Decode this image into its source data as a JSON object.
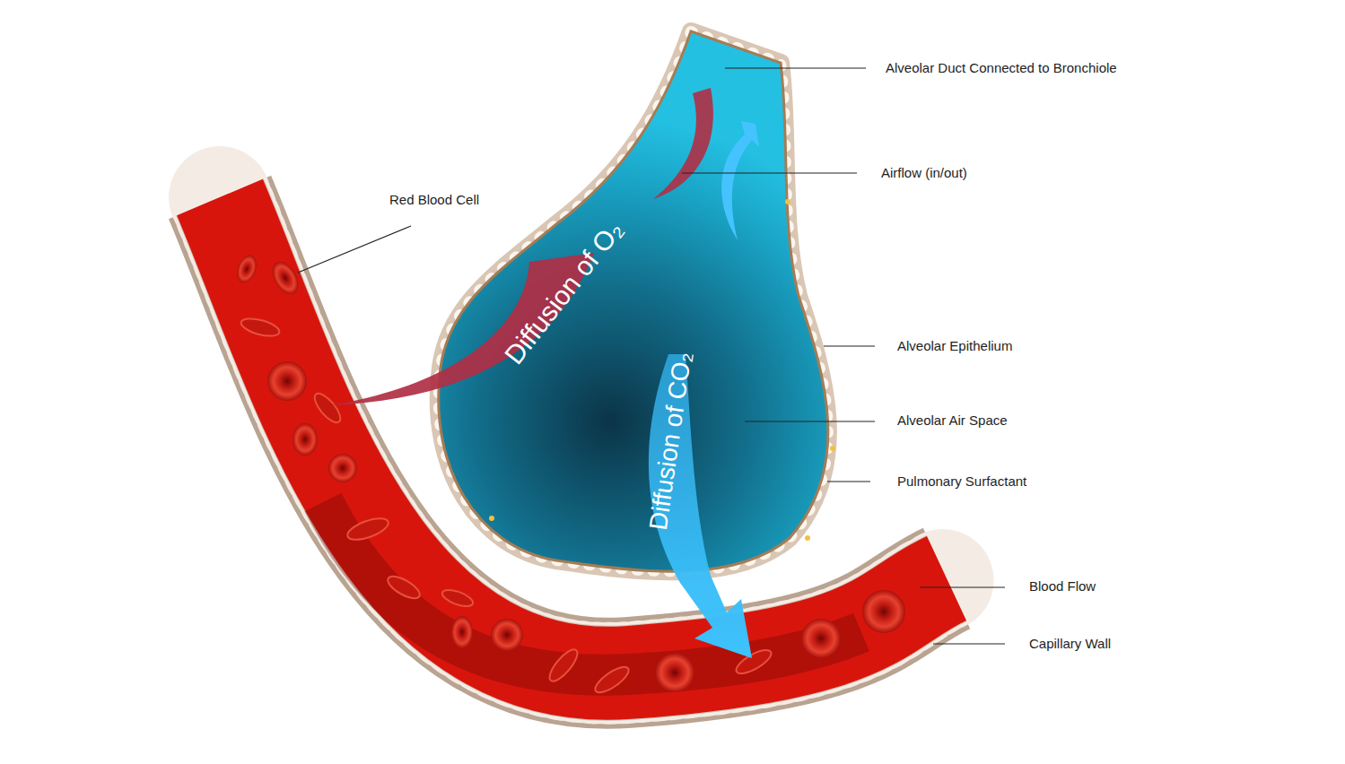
{
  "diagram": {
    "labels": [
      "Alveolar Duct Connected to Bronchiole",
      "Airflow (in/out)",
      "Red Blood Cell",
      "Diffusion of O₂",
      "Alveolar Epithelium",
      "Diffusion of CO₂",
      "Alveolar Air Space",
      "Pulmonary Surfactant",
      "Blood Flow",
      "Capillary Wall"
    ]
  }
}
